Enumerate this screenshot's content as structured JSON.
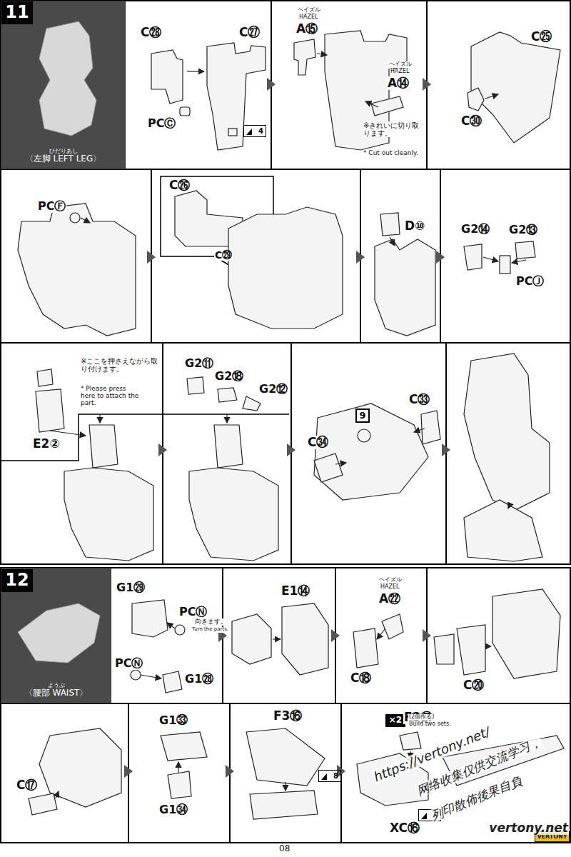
{
  "diagram": {
    "nodes": [
      {
        "text": [
          "11"
        ]
      },
      {
        "text": [
          "ひだりあし",
          "〈左脚 LEFT LEG〉"
        ]
      },
      {
        "text": [
          "12"
        ]
      },
      {
        "text": [
          "ようぶ",
          "〈腰部 WAIST〉"
        ]
      },
      {
        "text": [
          "9"
        ]
      },
      {
        "text": [
          "4"
        ]
      },
      {
        "text": [
          "8"
        ]
      },
      {
        "text": [
          "8"
        ]
      },
      {
        "text": [
          "×2"
        ]
      },
      {
        "text": [
          "VERTONY"
        ]
      }
    ],
    "labels": [
      "C㉘",
      "C㉗",
      "PCⒸ",
      "ヘイズル",
      "HAZEL",
      "A⑮",
      "ヘイズル",
      "HAZEL",
      "A⑭",
      "※きれいに切り取ります。",
      "* Cut out cleanly.",
      "C㉕",
      "C㉚",
      "PCⒻ",
      "C㉖",
      "C㉙",
      "D⑩",
      "G2⑭",
      "G2⑬",
      "PCⒿ",
      "※ここを押さえながら取り付けます。",
      "* Please press here to attach the part.",
      "E2②",
      "G2⑪",
      "G2⑱",
      "G2⑫",
      "C㉝",
      "C㉞",
      "G1㉙",
      "PCⓃ",
      "向きます。",
      "Turn the parts.",
      "PCⓃ",
      "G1㉘",
      "E1⑭",
      "ヘイズル",
      "HAZEL",
      "A㉒",
      "C⑱",
      "C⑳",
      "C⑰",
      "G1㉝",
      "G1㉞",
      "F3⑯",
      "F3⑰",
      "XC⑯",
      "https://vertony.net/",
      "网络收集仅供交流学习，",
      "列印散佈後果自負",
      "vertony.net",
      "08",
      "(2個作る)",
      "Build two sets."
    ]
  }
}
